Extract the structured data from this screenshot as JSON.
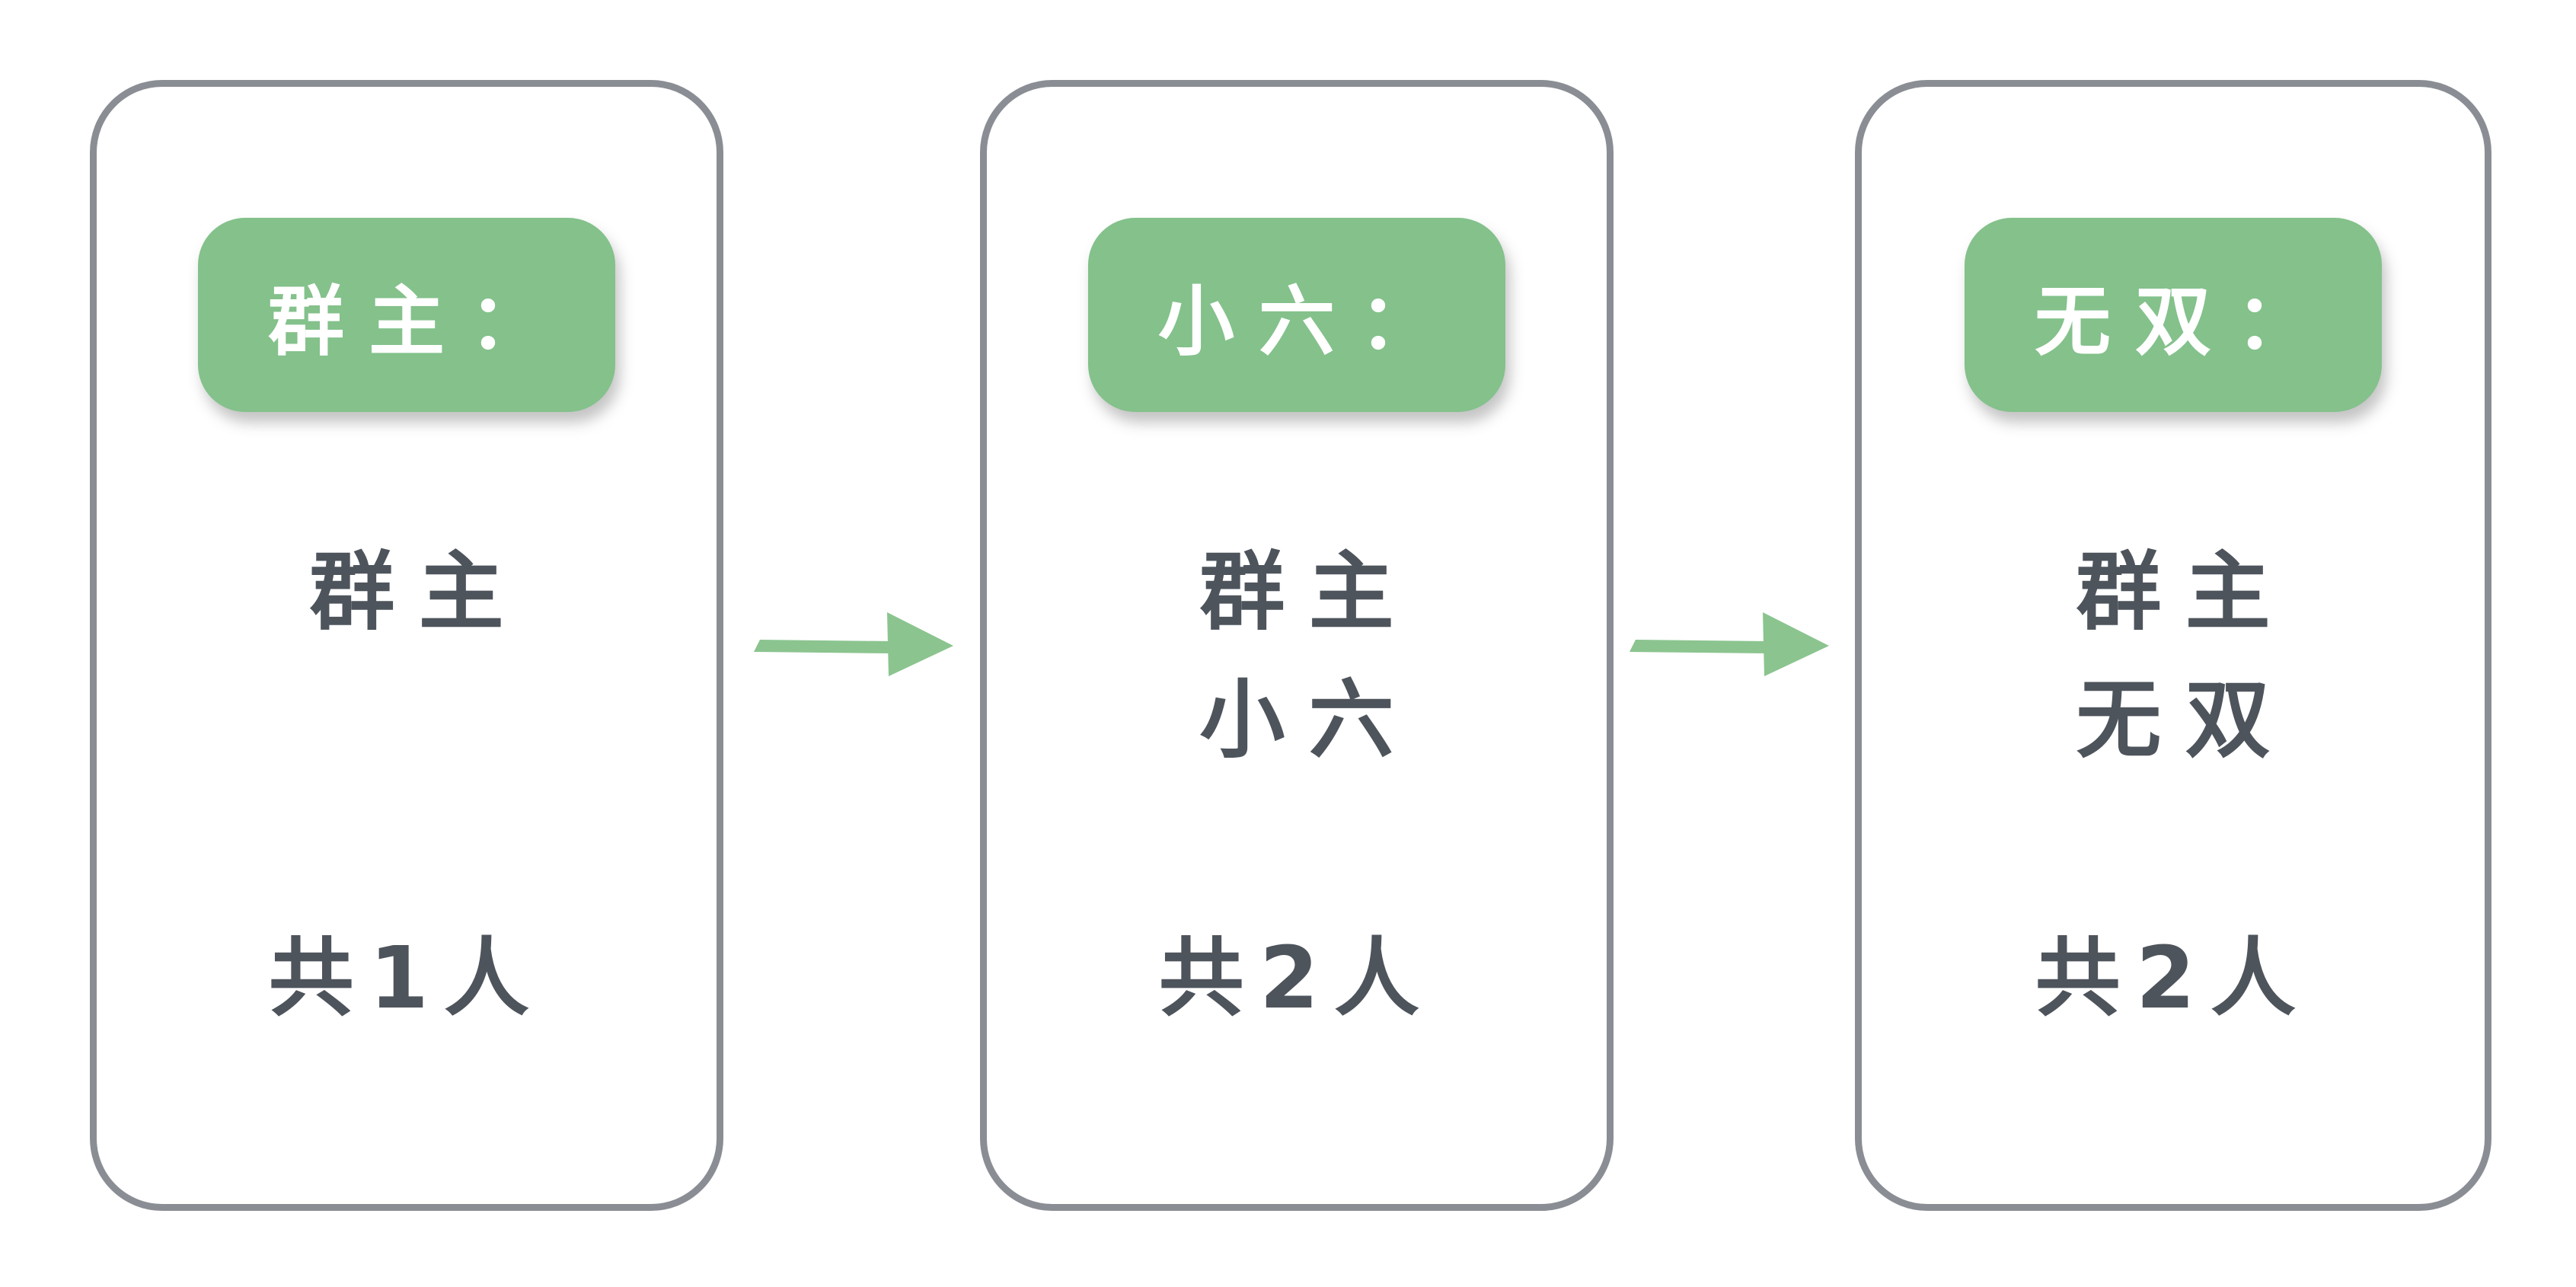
{
  "colors": {
    "background": "#ffffff",
    "badge_green": "#84c18b",
    "arrow_green": "#8bc48f",
    "border_gray": "#8a8e94",
    "text_dark": "#4e545c",
    "badge_text": "#ffffff"
  },
  "steps": [
    {
      "badge": "群主：",
      "members": [
        "群主"
      ],
      "count": "共1人"
    },
    {
      "badge": "小六：",
      "members": [
        "群主",
        "小六"
      ],
      "count": "共2人"
    },
    {
      "badge": "无双：",
      "members": [
        "群主",
        "无双"
      ],
      "count": "共2人"
    }
  ],
  "arrows": [
    {
      "name": "arrow-1",
      "direction": "right"
    },
    {
      "name": "arrow-2",
      "direction": "right"
    }
  ]
}
